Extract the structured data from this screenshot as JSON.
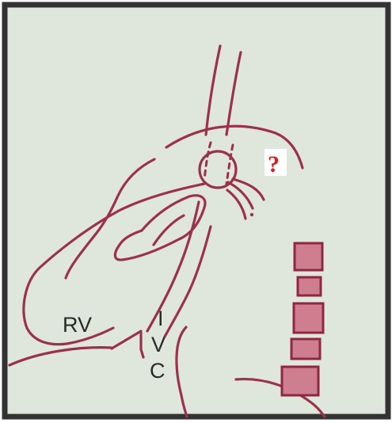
{
  "labels": {
    "rv": "RV",
    "ivc_i": "I",
    "ivc_v": "V",
    "ivc_c": "C",
    "question": "?"
  },
  "colors": {
    "background": "#dfe6dc",
    "frame": "#333333",
    "outline": "#9b3249",
    "vertebra_fill": "#cf7e8f",
    "question_mark": "#d62020",
    "label_text": "#2a2a2a"
  }
}
